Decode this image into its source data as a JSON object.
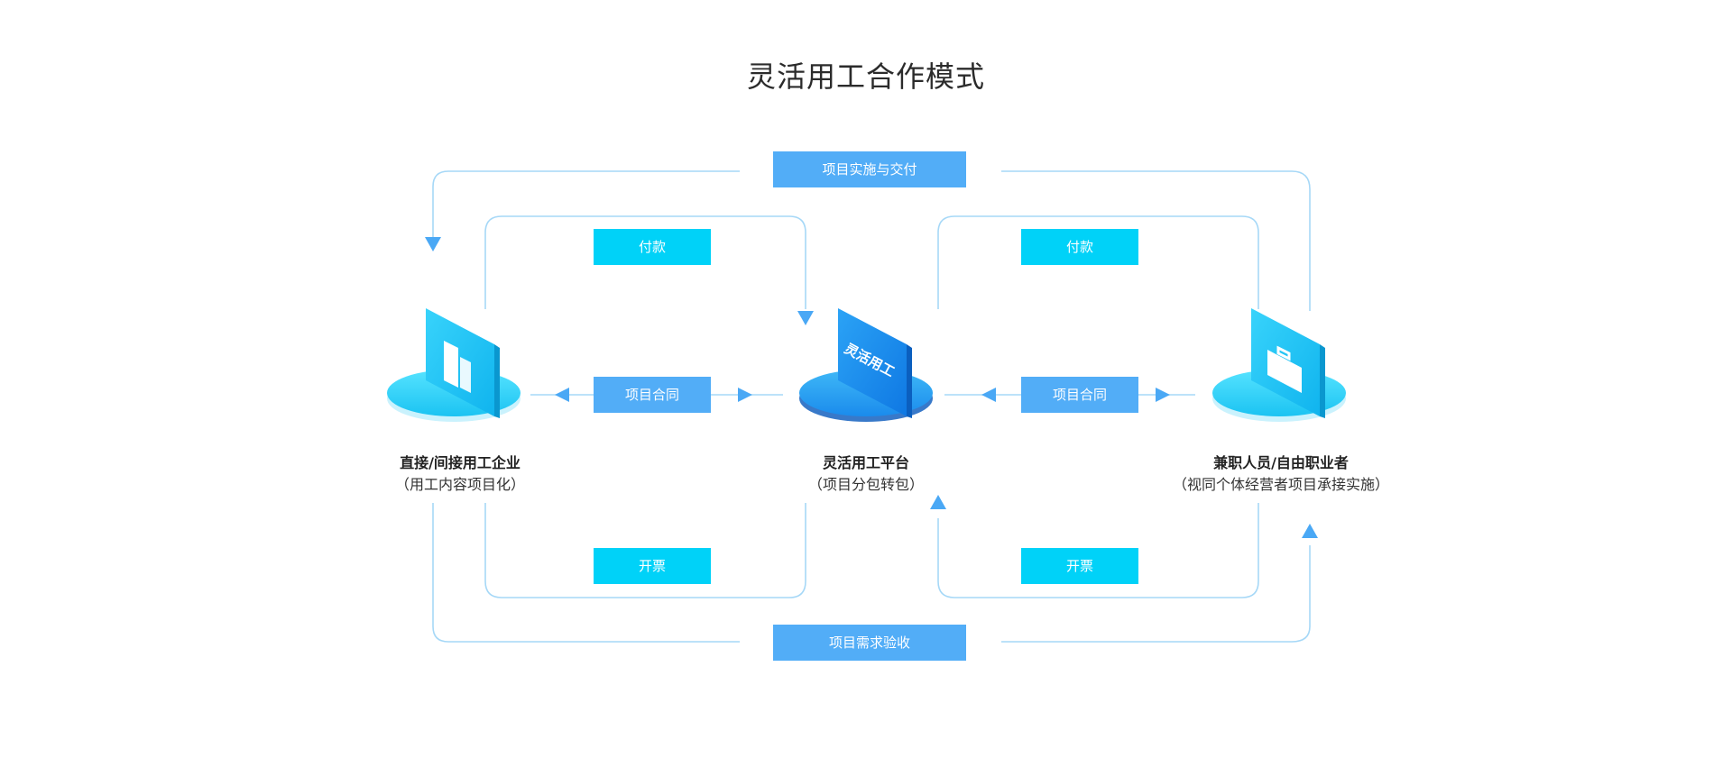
{
  "title": "灵活用工合作模式",
  "labels": {
    "top_outer": "项目实施与交付",
    "bottom_outer": "项目需求验收",
    "pay_left": "付款",
    "pay_right": "付款",
    "contract_left": "项目合同",
    "contract_right": "项目合同",
    "invoice_left": "开票",
    "invoice_right": "开票"
  },
  "nodes": {
    "enterprise": {
      "name": "直接/间接用工企业",
      "sub": "（用工内容项目化）",
      "icon": "building-icon"
    },
    "platform": {
      "name": "灵活用工平台",
      "sub": "（项目分包转包）",
      "icon": "platform-logo",
      "logo_text": "灵活用工"
    },
    "worker": {
      "name": "兼职人员/自由职业者",
      "sub": "（视同个体经营者项目承接实施）",
      "icon": "briefcase-icon"
    }
  },
  "colors": {
    "line": "#a6d8f7",
    "arrow": "#4aa8f5",
    "box_blue": "#52adf7",
    "box_cyan": "#00d2f8"
  }
}
